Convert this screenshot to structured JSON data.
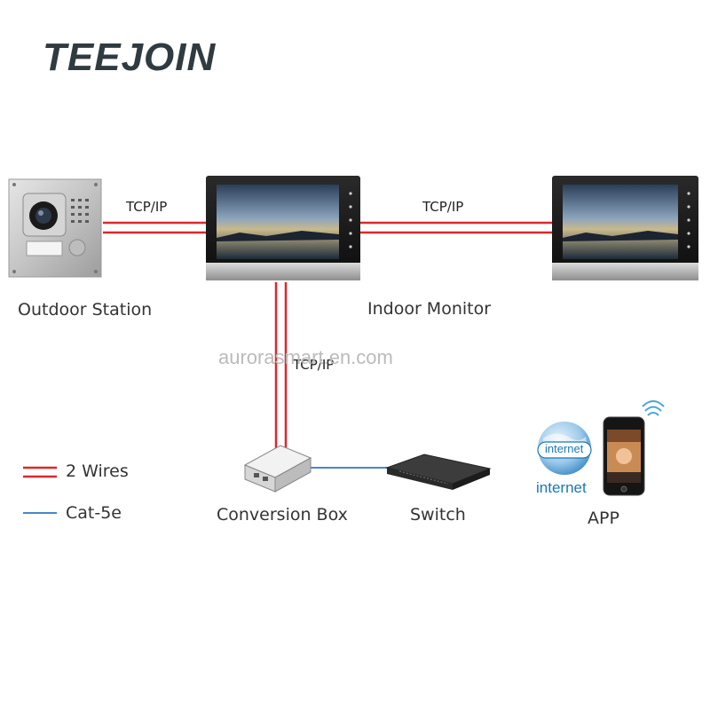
{
  "brand": {
    "logo_text": "TEEJOIN"
  },
  "nodes": {
    "outdoor_station": "Outdoor Station",
    "indoor_monitor": "Indoor Monitor",
    "conversion_box": "Conversion Box",
    "switch": "Switch",
    "app": "APP"
  },
  "connections": {
    "outdoor_to_monitor": "TCP/IP",
    "monitor_to_monitor": "TCP/IP",
    "monitor_to_box": "TCP/IP"
  },
  "legend": {
    "two_wires": "2 Wires",
    "cat5e": "Cat-5e"
  },
  "internet": {
    "globe_label": "internet",
    "caption": "internet"
  },
  "watermark": "aurorasmart.en.com",
  "colors": {
    "two_wires": "#e0262c",
    "cat5e": "#4a86c8",
    "logo": "#2f3b40"
  }
}
